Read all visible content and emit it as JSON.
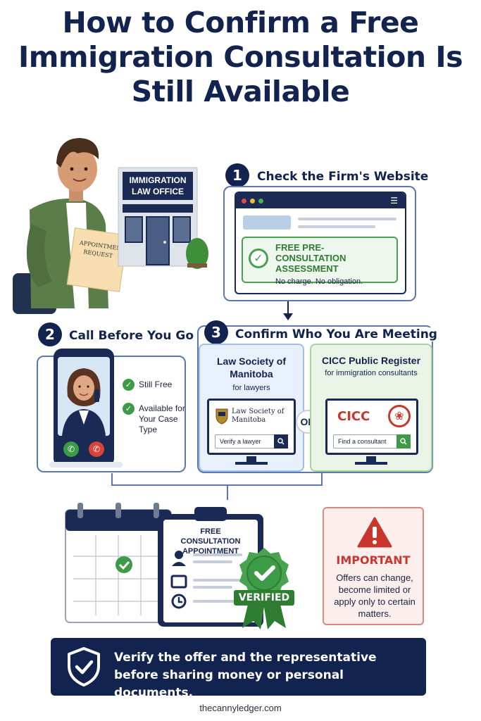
{
  "title": "How to Confirm a Free Immigration Consultation Is Still Available",
  "office": {
    "sign": "IMMIGRATION LAW OFFICE"
  },
  "person": {
    "paper_label": "APPOINTMENT REQUEST"
  },
  "step1": {
    "number": "1",
    "title": "Check the Firm's Website",
    "offer_title": "FREE PRE-CONSULTATION ASSESSMENT",
    "offer_sub": "No charge. No obligation."
  },
  "step2": {
    "number": "2",
    "title": "Call Before You Go",
    "checks": [
      "Still Free",
      "Available for Your Case Type"
    ]
  },
  "step3": {
    "number": "3",
    "title": "Confirm Who You Are Meeting",
    "law_society": {
      "title": "Law Society of Manitoba",
      "subtitle": "for lawyers",
      "screen_logo": "Law Society of Manitoba",
      "search_placeholder": "Verify a lawyer"
    },
    "or_label": "OR",
    "cicc": {
      "title": "CICC Public Register",
      "subtitle": "for immigration consultants",
      "screen_logo": "CICC",
      "search_placeholder": "Find a consultant"
    }
  },
  "clipboard": {
    "title": "FREE CONSULTATION APPOINTMENT",
    "seal": "VERIFIED"
  },
  "important": {
    "title": "IMPORTANT",
    "body": "Offers can change, become limited or apply only to certain matters."
  },
  "banner": {
    "text": "Verify the offer and the representative before sharing money or personal documents."
  },
  "footer": "thecannyledger.com",
  "colors": {
    "navy": "#13234f",
    "green": "#3d9a47",
    "red": "#c9362d",
    "blue_outline": "#5b78b0"
  },
  "icons": [
    "check-icon",
    "phone-answer-icon",
    "phone-hangup-icon",
    "search-icon",
    "warning-icon",
    "shield-check-icon",
    "person-icon",
    "calendar-icon",
    "clock-icon",
    "menu-icon",
    "maple-leaf-icon"
  ]
}
